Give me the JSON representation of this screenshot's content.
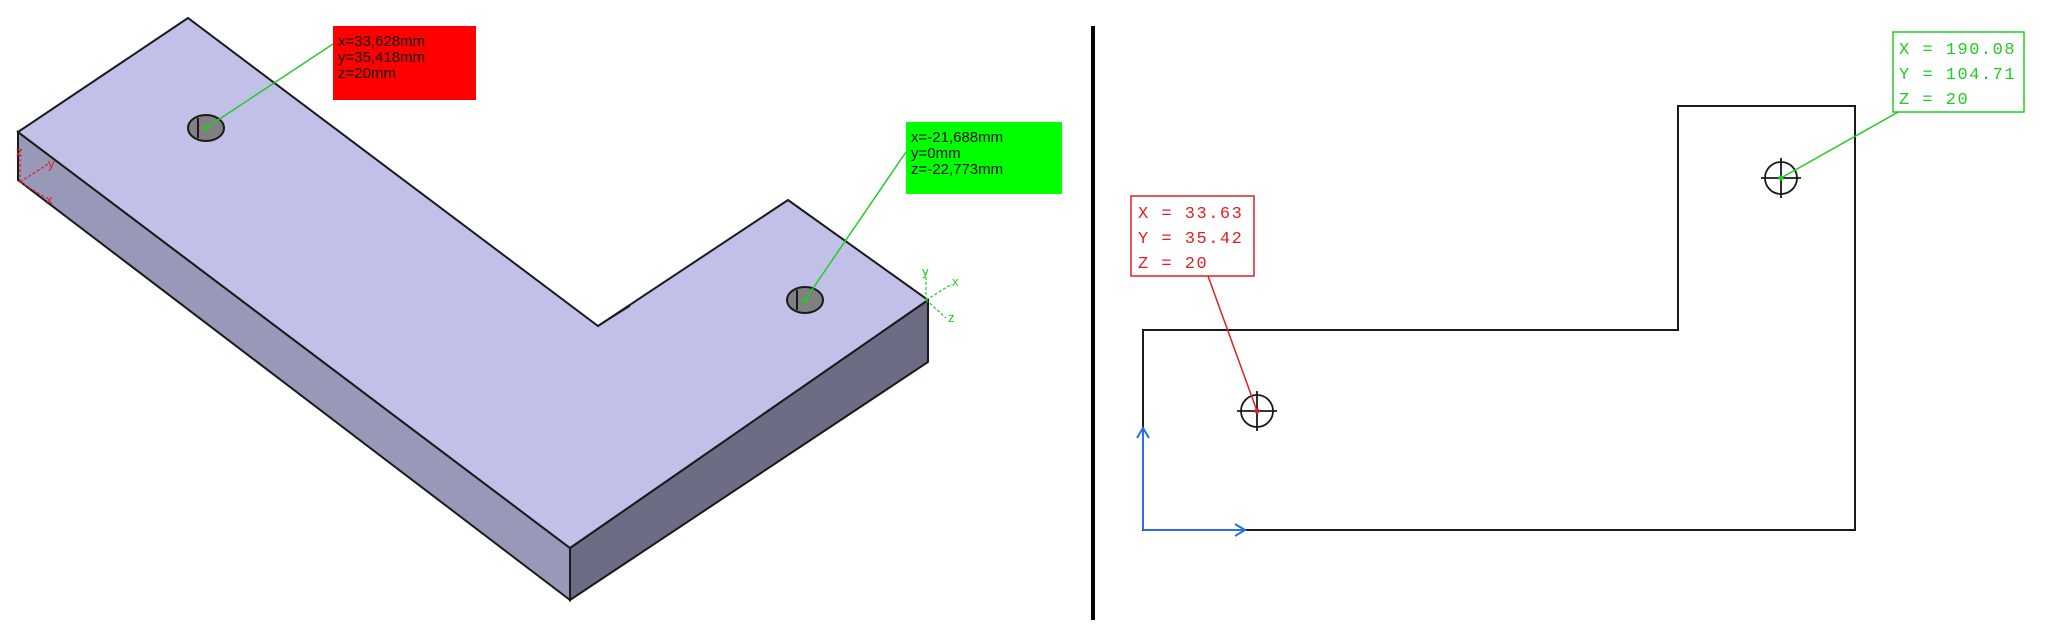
{
  "colors": {
    "top_face": "#c0c0e8",
    "front_face": "#9898b8",
    "right_face": "#6c6c84",
    "edge": "#1a1a1a",
    "hole": "#808080",
    "red_tag": "#ff0000",
    "green_tag": "#00ff00",
    "red_line": "#e02020",
    "green_line": "#22cc22",
    "axis_blue": "#2a6fe0",
    "divider": "#000000"
  },
  "left_view": {
    "red_tag": {
      "line1": "x=33,628mm",
      "line2": "y=35,418mm",
      "line3": "z=20mm"
    },
    "green_tag": {
      "line1": "x=-21,688mm",
      "line2": "y=0mm",
      "line3": "z=-22,773mm"
    },
    "red_axis": {
      "z": "z",
      "y": "y",
      "x": "x"
    },
    "green_axis": {
      "y": "y",
      "x": "x",
      "z": "z"
    }
  },
  "right_view": {
    "red_tag": {
      "line1": "X = 33.63",
      "line2": "Y = 35.42",
      "line3": "Z = 20"
    },
    "green_tag": {
      "line1": "X = 190.08",
      "line2": "Y = 104.71",
      "line3": "Z = 20"
    }
  }
}
